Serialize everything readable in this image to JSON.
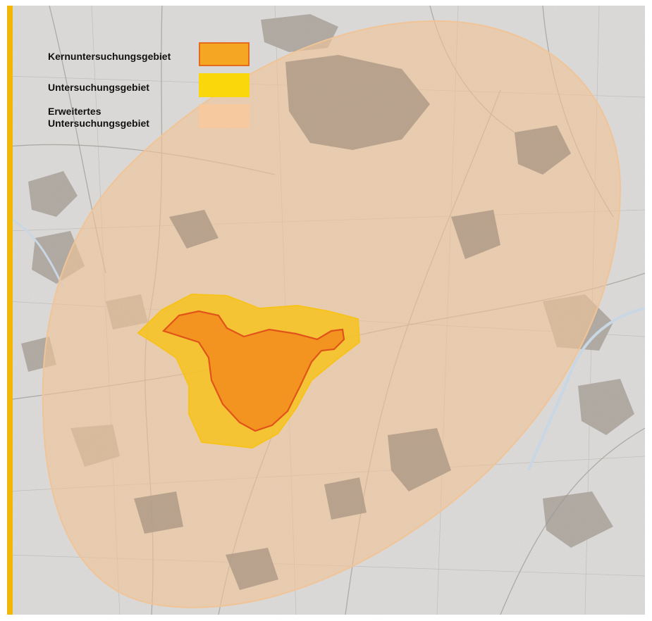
{
  "legend": {
    "items": [
      {
        "label": "Kernuntersuchungsgebiet",
        "fill": "#f5a623",
        "stroke": "#e46b1b"
      },
      {
        "label": "Untersuchungsgebiet",
        "fill": "#f9d70b",
        "stroke": "#f9d70b"
      },
      {
        "label": "Erweitertes Untersuchungsgebiet",
        "fill": "#f6c99e",
        "stroke": "#f6c99e"
      }
    ]
  },
  "colors": {
    "accent_bar": "#f2b705",
    "basemap": "#dcdad8",
    "extended_area": "#f0c497",
    "study_area": "#f7c21a",
    "core_area": "#f28c1e",
    "core_outline": "#e0541a",
    "forest": "#8d8479",
    "water": "#c9d6e3"
  }
}
